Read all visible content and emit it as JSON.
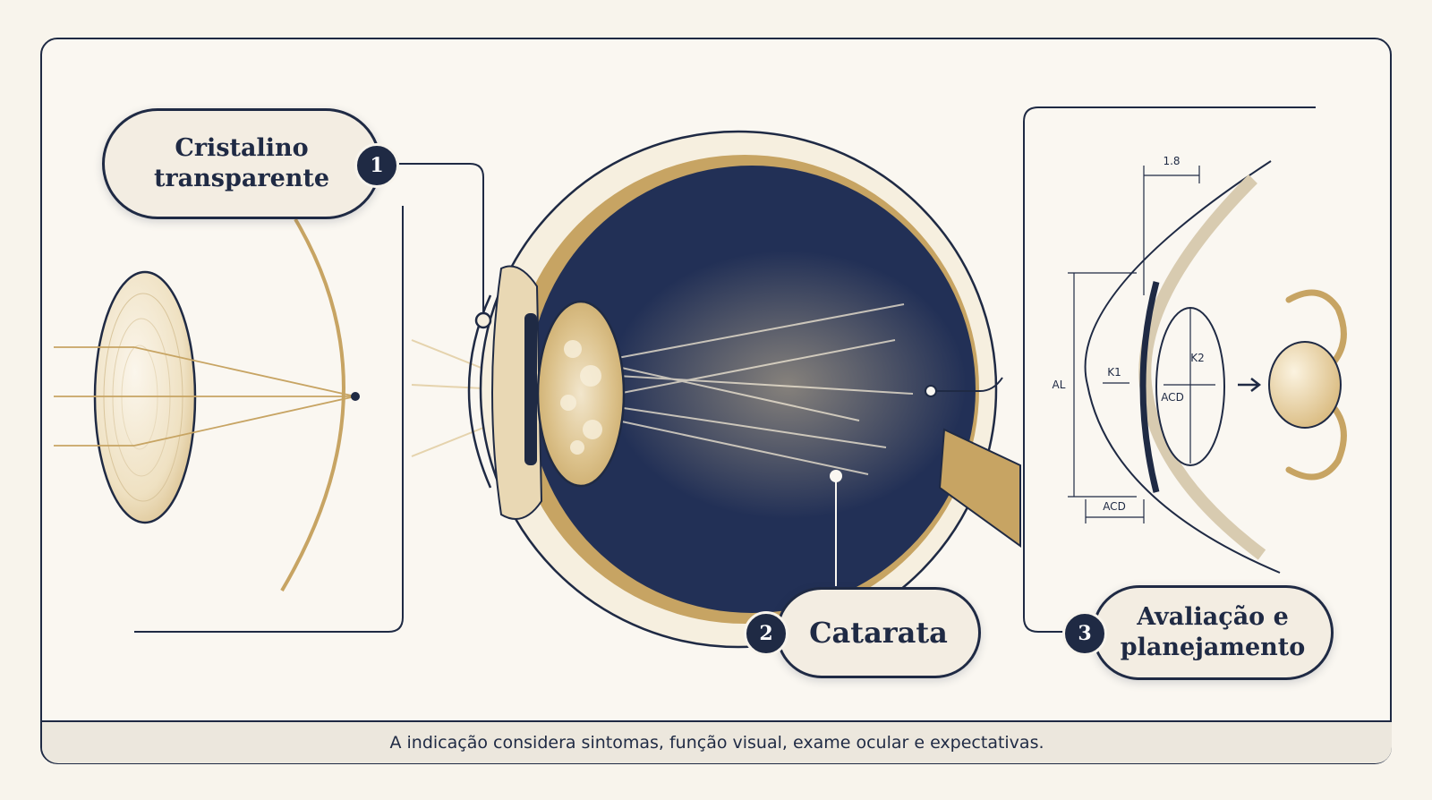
{
  "callouts": [
    {
      "number": "1",
      "label": "Cristalino\ntransparente"
    },
    {
      "number": "2",
      "label": "Catarata"
    },
    {
      "number": "3",
      "label": "Avaliação e\nplanejamento"
    }
  ],
  "measurements": {
    "top_dim": "1.8",
    "axial_length": "AL",
    "k1": "K1",
    "k2": "K2",
    "acd_inner": "ACD",
    "acd_bottom": "ACD"
  },
  "footer": "A indicação considera sintomas, função visual, exame ocular e expectativas.",
  "colors": {
    "navy": "#1f2a44",
    "gold": "#c7a463",
    "cream": "#f8f4ec"
  }
}
